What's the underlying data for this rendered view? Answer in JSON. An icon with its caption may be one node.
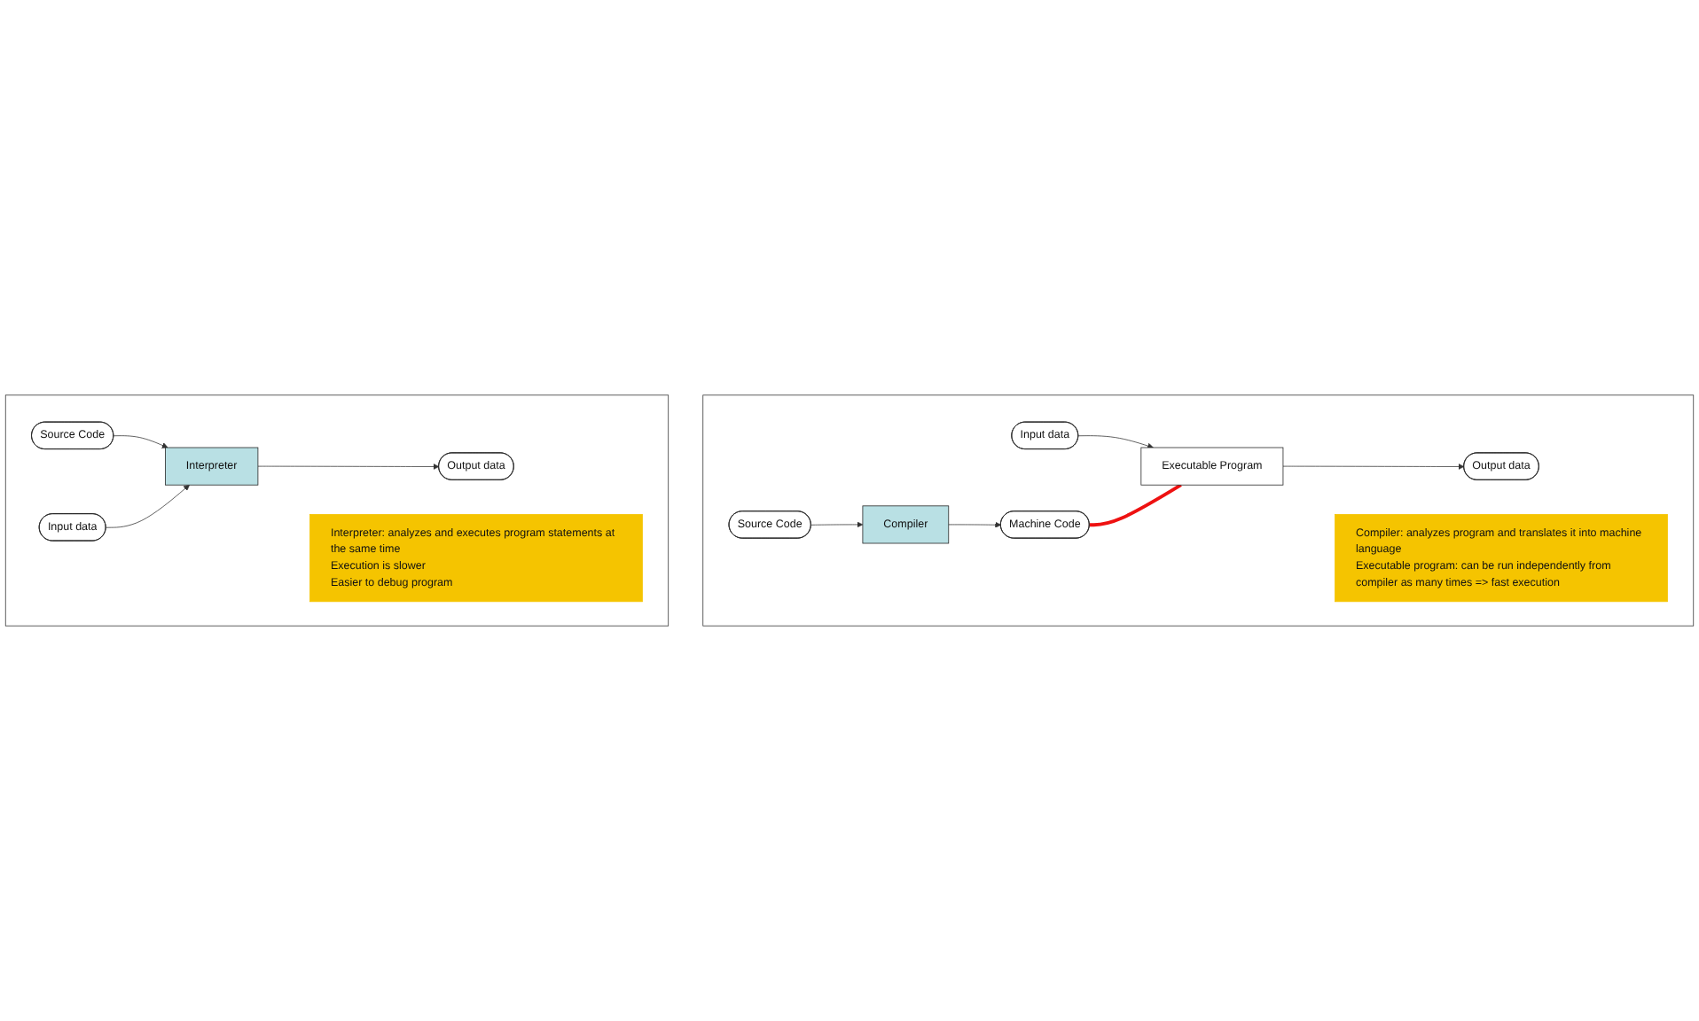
{
  "diagram": {
    "nodes": [
      {
        "text": [],
        "shape": "box"
      },
      {
        "text": [
          "Source Code"
        ],
        "in": 0
      },
      {
        "text": [
          "Compiler"
        ],
        "in": 0
      },
      {
        "text": [
          "Machine Code"
        ],
        "in": 0
      },
      {
        "text": [
          "Input data"
        ],
        "in": 0
      },
      {
        "text": [
          "Executable Program"
        ],
        "in": 0
      },
      {
        "text": [
          "Output data"
        ],
        "in": 0
      },
      {
        "text": [
          "Compiler: analyzes program and translates it into machine language",
          "Executable program: can be run independently from compiler as many times => fast execution"
        ],
        "in": 0
      },
      {
        "text": [],
        "shape": "box"
      },
      {
        "text": [
          "Source Code"
        ],
        "in": 8
      },
      {
        "text": [
          "Interpreter"
        ],
        "in": 8
      },
      {
        "text": [
          "Input data"
        ],
        "in": 8
      },
      {
        "text": [
          "Output data"
        ],
        "in": 8
      },
      {
        "text": [
          "Interpreter: analyzes and executes program statements at the same time",
          "Execution is slower",
          "Easier to debug program"
        ],
        "in": 8
      }
    ],
    "edges": [
      {
        "from": 1,
        "to": 2,
        "arrow": "to"
      },
      {
        "from": 2,
        "to": 3,
        "arrow": "to"
      },
      {
        "from": 4,
        "to": 5,
        "arrow": "to"
      },
      {
        "from": 5,
        "to": 6,
        "arrow": "to"
      },
      {
        "from": 3,
        "to": 5,
        "arrow": "none",
        "style": "thick",
        "color": "#ee1111"
      },
      {
        "from": 9,
        "to": 10,
        "arrow": "to"
      },
      {
        "from": 11,
        "to": 10,
        "arrow": "to"
      },
      {
        "from": 10,
        "to": 12,
        "arrow": "to"
      }
    ]
  }
}
